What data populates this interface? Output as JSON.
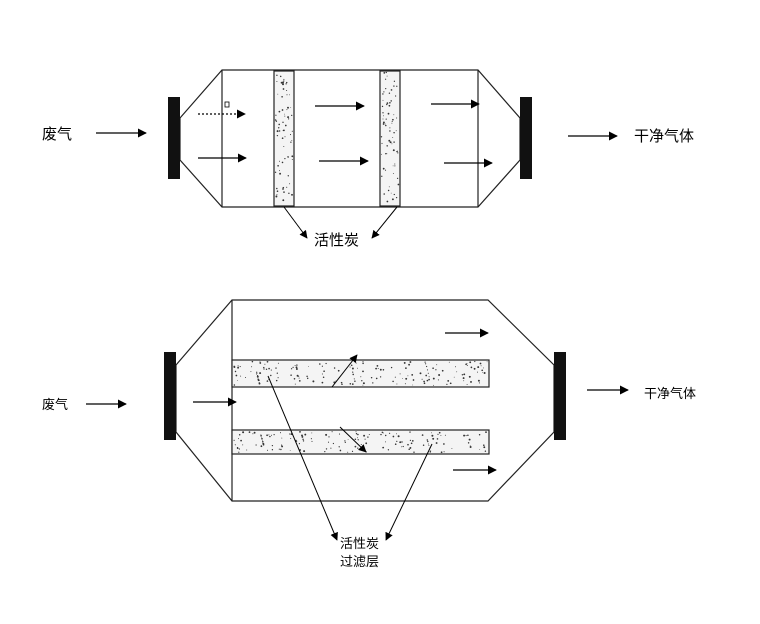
{
  "top": {
    "inlet_label": "废气",
    "outlet_label": "干净气体",
    "media_label": "活性炭"
  },
  "bottom": {
    "inlet_label": "废气",
    "outlet_label": "干净气体",
    "media_label_line1": "活性炭",
    "media_label_line2": "过滤层"
  }
}
